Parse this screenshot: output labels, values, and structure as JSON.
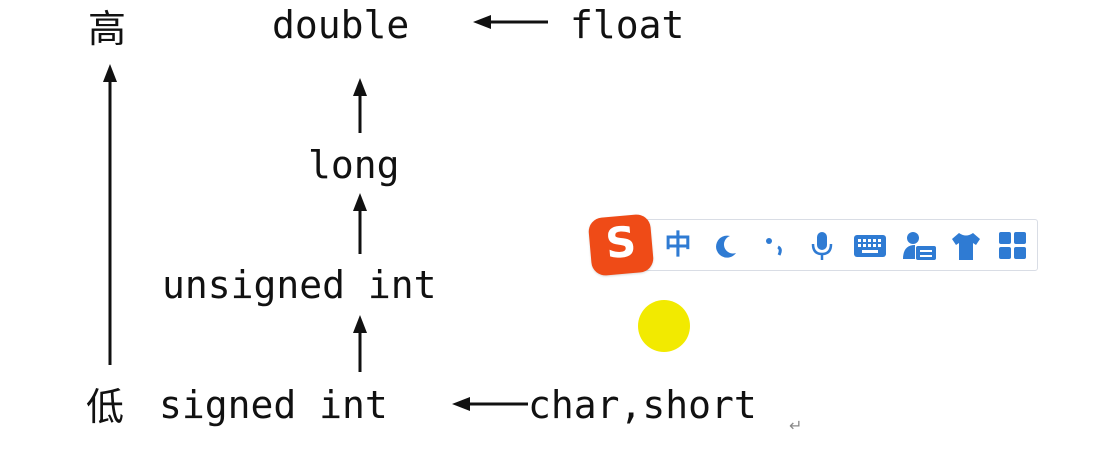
{
  "diagram": {
    "axis_high": "高",
    "axis_low": "低",
    "nodes": {
      "double": "double",
      "float": "float",
      "long": "long",
      "unsigned_int": "unsigned int",
      "signed_int": "signed int",
      "char_short": "char,short"
    },
    "paragraph_mark": "↵"
  },
  "ime_toolbar": {
    "logo": "S",
    "buttons": [
      {
        "name": "chinese-mode",
        "icon": "中"
      },
      {
        "name": "half-width",
        "icon": "moon-icon"
      },
      {
        "name": "punctuation",
        "icon": "punctuation-icon"
      },
      {
        "name": "voice",
        "icon": "microphone-icon"
      },
      {
        "name": "soft-keyboard",
        "icon": "keyboard-icon"
      },
      {
        "name": "user-center",
        "icon": "user-card-icon"
      },
      {
        "name": "skin",
        "icon": "shirt-icon"
      },
      {
        "name": "toolbox",
        "icon": "grid-icon"
      }
    ],
    "accent": "#2f7bd3",
    "logo_color": "#ef4b17"
  },
  "pointer_color": "#f2ea00"
}
